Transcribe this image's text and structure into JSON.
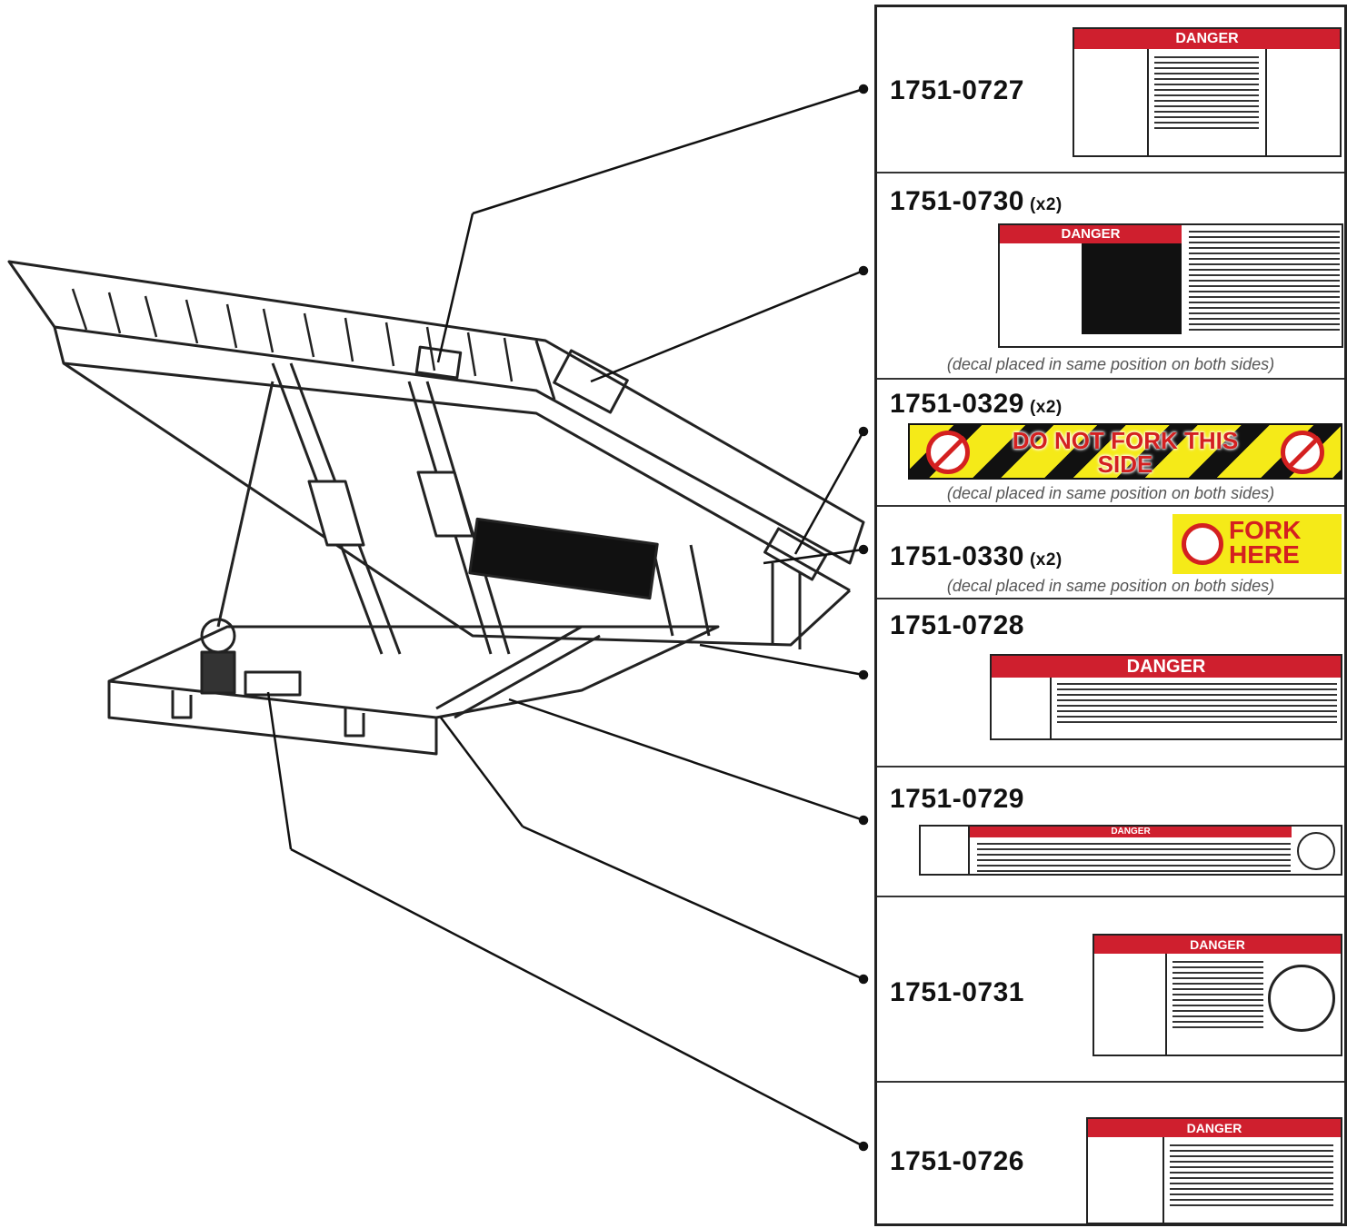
{
  "decals": [
    {
      "part": "1751-0727",
      "qty": "",
      "header": "DANGER",
      "note": ""
    },
    {
      "part": "1751-0730",
      "qty": "(x2)",
      "header": "DANGER",
      "note": "(decal placed in same position on both sides)"
    },
    {
      "part": "1751-0329",
      "qty": "(x2)",
      "header": "DO NOT FORK THIS SIDE",
      "note": "(decal placed in same position on both sides)"
    },
    {
      "part": "1751-0330",
      "qty": "(x2)",
      "header": "FORK HERE",
      "note": "(decal placed in same position on both sides)"
    },
    {
      "part": "1751-0728",
      "qty": "",
      "header": "DANGER",
      "note": ""
    },
    {
      "part": "1751-0729",
      "qty": "",
      "header": "DANGER",
      "note": ""
    },
    {
      "part": "1751-0731",
      "qty": "",
      "header": "DANGER",
      "note": ""
    },
    {
      "part": "1751-0726",
      "qty": "",
      "header": "DANGER",
      "note": ""
    }
  ],
  "colors": {
    "danger_red": "#cf1f2e",
    "caution_yellow": "#f5ea18",
    "line": "#222222"
  },
  "icons": [
    "dock-leveler-drawing",
    "crush-hazard-icon",
    "no-fork-icon",
    "fork-icon"
  ]
}
